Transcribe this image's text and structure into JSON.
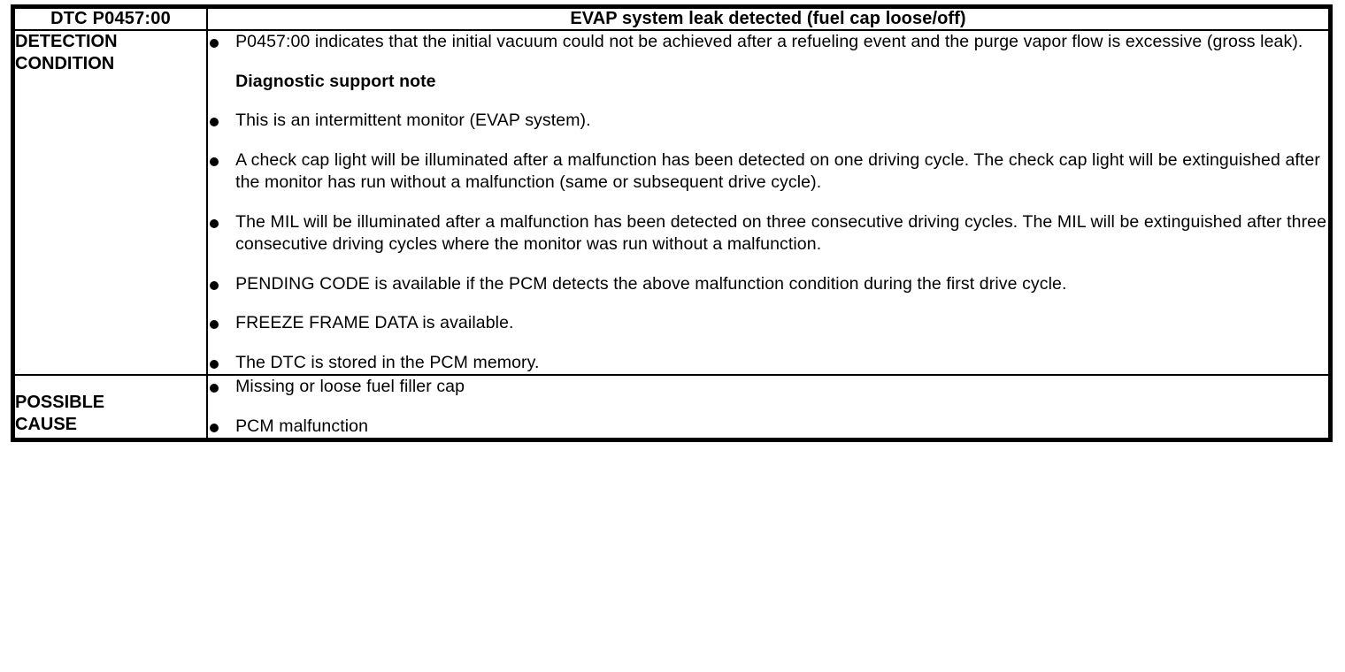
{
  "document": {
    "type": "dtc-diagnostic-table",
    "header": {
      "code_label": "DTC P0457:00",
      "description": "EVAP system leak detected (fuel cap loose/off)"
    },
    "rows": [
      {
        "label": "DETECTION\nCONDITION",
        "items": [
          {
            "style": "bullet",
            "text": "P0457:00 indicates that the initial vacuum could not be achieved after a refueling event and the purge vapor flow is excessive (gross leak)."
          },
          {
            "style": "heading",
            "text": "Diagnostic support note"
          },
          {
            "style": "bullet",
            "text": "This is an intermittent monitor (EVAP system)."
          },
          {
            "style": "bullet",
            "text": "A check cap light will be illuminated after a malfunction has been detected on one driving cycle. The check cap light will be extinguished after the monitor has run without a malfunction (same or subsequent drive cycle)."
          },
          {
            "style": "bullet",
            "text": "The MIL will be illuminated after a malfunction has been detected on three consecutive driving cycles. The MIL will be extinguished after three consecutive driving cycles where the monitor was run without a malfunction."
          },
          {
            "style": "bullet",
            "text": "PENDING CODE is available if the PCM detects the above malfunction condition during the first drive cycle."
          },
          {
            "style": "bullet",
            "text": "FREEZE FRAME DATA is available."
          },
          {
            "style": "bullet",
            "text": "The DTC is stored in the PCM memory."
          }
        ]
      },
      {
        "label": "POSSIBLE\nCAUSE",
        "items": [
          {
            "style": "bullet",
            "text": "Missing or loose fuel filler cap"
          },
          {
            "style": "bullet",
            "text": "PCM malfunction"
          }
        ]
      }
    ]
  },
  "colors": {
    "text": "#000000",
    "background": "#ffffff",
    "border": "#000000"
  }
}
